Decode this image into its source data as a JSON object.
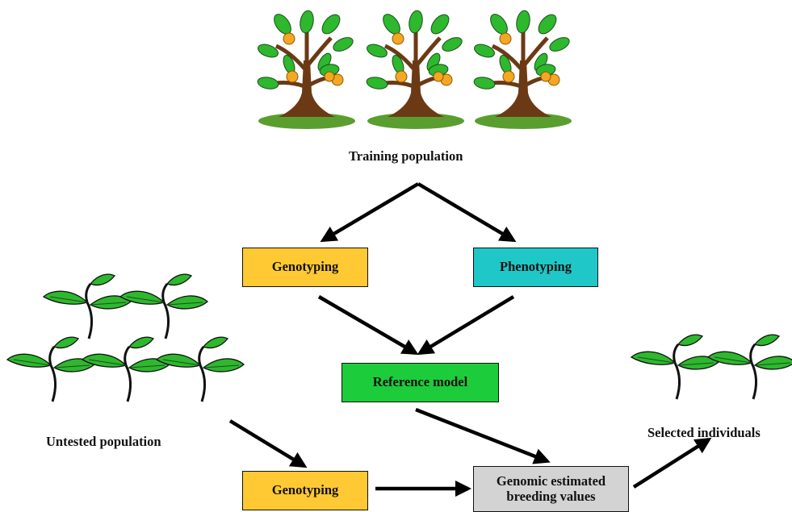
{
  "labels": {
    "training": "Training population",
    "untested": "Untested population",
    "selected": "Selected individuals"
  },
  "boxes": {
    "genotyping_top": "Genotyping",
    "phenotyping": "Phenotyping",
    "reference_model": "Reference model",
    "genotyping_bottom": "Genotyping",
    "gebv_line1": "Genomic estimated",
    "gebv_line2": "breeding values"
  },
  "colors": {
    "genotyping": "#FFC933",
    "phenotyping": "#1FC7C7",
    "reference_model": "#1DCC3A",
    "gebv": "#D3D3D3",
    "leaf": "#2DB82D",
    "leaf_dark": "#1E7F1E",
    "trunk": "#6B3A14",
    "grass": "#5A9E2F",
    "fruit": "#F5A623",
    "arrow": "#000000"
  }
}
